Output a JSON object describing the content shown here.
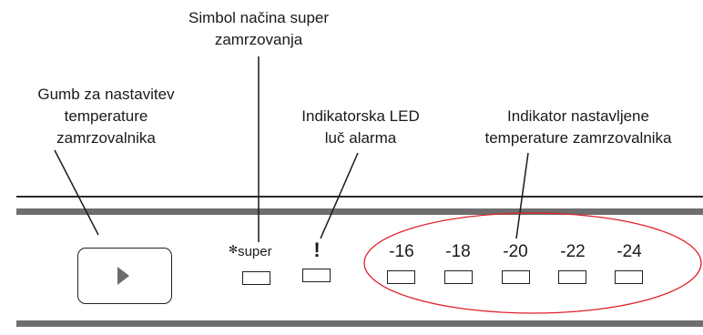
{
  "callouts": {
    "temp_button": [
      "Gumb za nastavitev",
      "temperature",
      "zamrzovalnika"
    ],
    "super_symbol": [
      "Simbol načina super",
      "zamrzovanja"
    ],
    "alarm_led": [
      "Indikatorska LED",
      "luč alarma"
    ],
    "temp_indicator": [
      "Indikator nastavljene",
      "temperature zamrzovalnika"
    ]
  },
  "panel": {
    "super_label": "super",
    "alarm_symbol": "!",
    "temperatures": [
      "-16",
      "-18",
      "-20",
      "-22",
      "-24"
    ]
  },
  "icons": {
    "button": "play-icon",
    "super": "snowflake-icon",
    "alarm": "exclamation-icon"
  },
  "colors": {
    "highlight_ellipse": "#e0202a",
    "panel_bars": "#6e6e6e"
  }
}
